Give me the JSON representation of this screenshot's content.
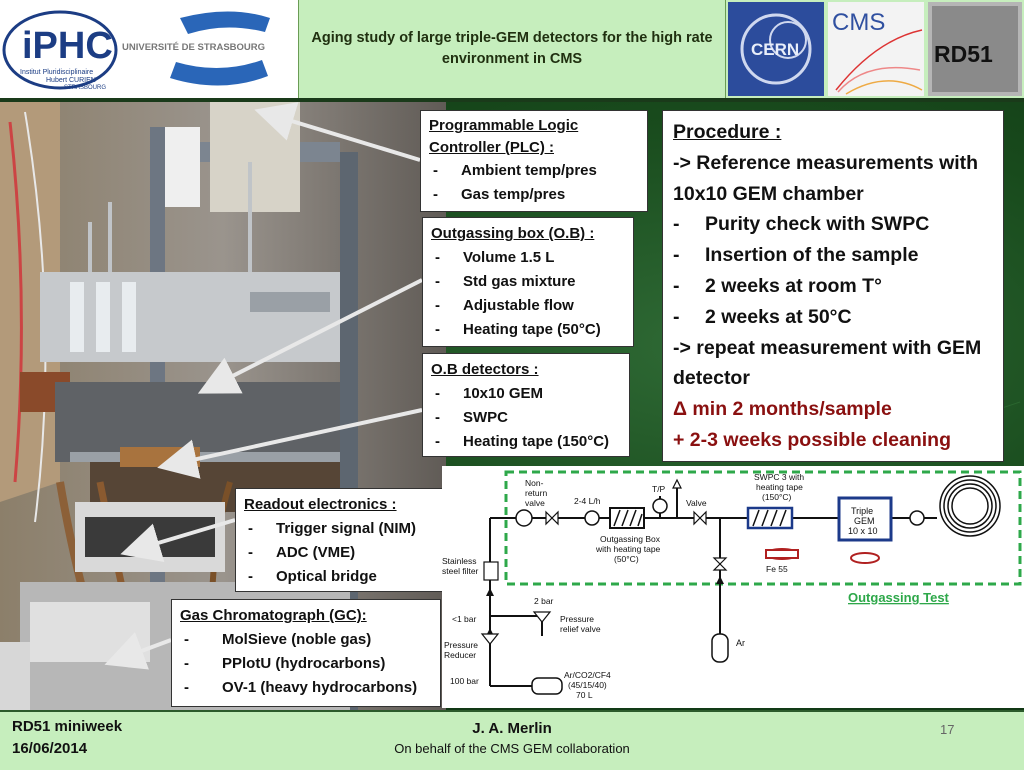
{
  "header": {
    "title": "Aging study of large triple-GEM detectors for the high rate environment in CMS",
    "logo_iphc": "iPHC",
    "logo_iphc_sub1": "Institut Pluridisciplinaire",
    "logo_iphc_sub2": "Hubert CURIEN",
    "logo_iphc_sub3": "STRASBOURG",
    "logo_university": "UNIVERSITÉ DE STRASBOURG",
    "logo_cern": "CERN",
    "logo_cms": "CMS",
    "logo_rd51": "RD51"
  },
  "callouts": {
    "plc": {
      "head": "Programmable Logic Controller (PLC) :",
      "items": [
        "Ambient temp/pres",
        "Gas temp/pres"
      ]
    },
    "outgassing_box": {
      "head": "Outgassing box (O.B) :",
      "items": [
        "Volume 1.5 L",
        "Std gas mixture",
        "Adjustable flow",
        "Heating tape (50°C)"
      ]
    },
    "ob_detectors": {
      "head": "O.B detectors :",
      "items": [
        "10x10 GEM",
        "SWPC",
        "Heating tape (150°C)"
      ]
    },
    "readout": {
      "head": "Readout electronics :",
      "items": [
        "Trigger signal (NIM)",
        "ADC (VME)",
        "Optical bridge"
      ]
    },
    "gc": {
      "head": "Gas Chromatograph (GC):",
      "items": [
        "MolSieve (noble gas)",
        "PPlotU (hydrocarbons)",
        "OV-1 (heavy hydrocarbons)"
      ]
    }
  },
  "procedure": {
    "head": "Procedure :",
    "line1": "-> Reference measurements with 10x10 GEM chamber",
    "bullets": [
      "Purity check with SWPC",
      "Insertion of the sample",
      "2 weeks at room T°",
      "2 weeks at 50°C"
    ],
    "line2": "-> repeat measurement with GEM detector",
    "red1": "Δ min 2 months/sample",
    "red2": "+ 2-3 weeks possible cleaning"
  },
  "diagram": {
    "non_return_valve": [
      "Non-",
      "return",
      "valve"
    ],
    "flow": "2-4 L/h",
    "tp": "T/P",
    "valve": "Valve",
    "outgassing_box": [
      "Outgassing Box",
      "with heating tape",
      "(50°C)"
    ],
    "swpc": [
      "SWPC 3 with",
      "heating tape",
      "(150°C)"
    ],
    "fe55": "Fe 55",
    "triple_gem": [
      "Triple",
      "GEM",
      "10 x 10"
    ],
    "outgassing_test": "Outgassing Test",
    "filter": [
      "Stainless",
      "steel filter"
    ],
    "bar1": "<1 bar",
    "bar2": "2 bar",
    "relief": [
      "Pressure",
      "relief valve"
    ],
    "reducer": [
      "Pressure",
      "Reducer"
    ],
    "bar100": "100 bar",
    "ar": "Ar",
    "mixture": [
      "Ar/CO2/CF4",
      "(45/15/40)",
      "70 L"
    ]
  },
  "footer": {
    "left1": "RD51 miniweek",
    "left2": "16/06/2014",
    "name": "J. A. Merlin",
    "subtitle": "On behalf of the CMS GEM collaboration",
    "page": "17"
  }
}
